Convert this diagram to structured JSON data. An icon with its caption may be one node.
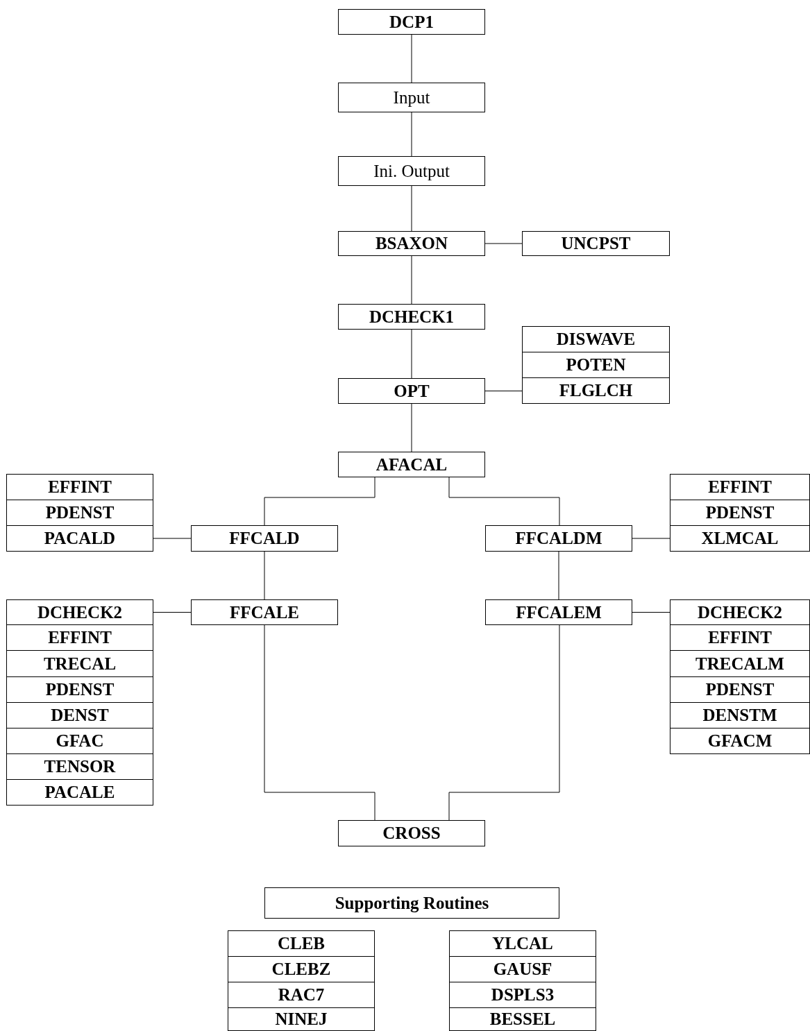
{
  "diagram": {
    "nodes": [
      {
        "text": [
          "DCP1"
        ]
      },
      {
        "text": [
          "Input"
        ]
      },
      {
        "text": [
          "Ini. Output"
        ]
      },
      {
        "text": [
          "BSAXON"
        ]
      },
      {
        "text": [
          "UNCPST"
        ]
      },
      {
        "text": [
          "DCHECK1"
        ]
      },
      {
        "text": [
          "DISWAVE"
        ]
      },
      {
        "text": [
          "POTEN"
        ]
      },
      {
        "text": [
          "FLGLCH"
        ]
      },
      {
        "text": [
          "OPT"
        ]
      },
      {
        "text": [
          "AFACAL"
        ]
      },
      {
        "text": [
          "EFFINT"
        ]
      },
      {
        "text": [
          "PDENST"
        ]
      },
      {
        "text": [
          "EFFINT"
        ]
      },
      {
        "text": [
          "PDENST"
        ]
      },
      {
        "text": [
          "PACALD"
        ]
      },
      {
        "text": [
          "FFCALD"
        ]
      },
      {
        "text": [
          "FFCALDM"
        ]
      },
      {
        "text": [
          "XLMCAL"
        ]
      },
      {
        "text": [
          "DCHECK2"
        ]
      },
      {
        "text": [
          "FFCALE"
        ]
      },
      {
        "text": [
          "FFCALEM"
        ]
      },
      {
        "text": [
          "DCHECK2"
        ]
      },
      {
        "text": [
          "EFFINT"
        ]
      },
      {
        "text": [
          "EFFINT"
        ]
      },
      {
        "text": [
          "TRECAL"
        ]
      },
      {
        "text": [
          "TRECALM"
        ]
      },
      {
        "text": [
          "PDENST"
        ]
      },
      {
        "text": [
          "PDENST"
        ]
      },
      {
        "text": [
          "DENST"
        ]
      },
      {
        "text": [
          "DENSTM"
        ]
      },
      {
        "text": [
          "GFAC"
        ]
      },
      {
        "text": [
          "GFACM"
        ]
      },
      {
        "text": [
          "TENSOR"
        ]
      },
      {
        "text": [
          "PACALE"
        ]
      },
      {
        "text": [
          "CROSS"
        ]
      },
      {
        "text": [
          "Supporting Routines"
        ]
      },
      {
        "text": [
          "CLEB"
        ]
      },
      {
        "text": [
          "YLCAL"
        ]
      },
      {
        "text": [
          "CLEBZ"
        ]
      },
      {
        "text": [
          "GAUSF"
        ]
      },
      {
        "text": [
          "RAC7"
        ]
      },
      {
        "text": [
          "DSPLS3"
        ]
      },
      {
        "text": [
          "NINEJ"
        ]
      },
      {
        "text": [
          "BESSEL"
        ]
      }
    ],
    "edges": [
      {
        "from": 0,
        "to": 1,
        "arrow": "none"
      },
      {
        "from": 1,
        "to": 2,
        "arrow": "none"
      },
      {
        "from": 2,
        "to": 3,
        "arrow": "none"
      },
      {
        "from": 3,
        "to": 4,
        "arrow": "none"
      },
      {
        "from": 3,
        "to": 5,
        "arrow": "none"
      },
      {
        "from": 5,
        "to": 9,
        "arrow": "none"
      },
      {
        "from": 9,
        "to": 8,
        "arrow": "none"
      },
      {
        "from": 9,
        "to": 10,
        "arrow": "none"
      },
      {
        "from": 10,
        "to": 16,
        "arrow": "none"
      },
      {
        "from": 10,
        "to": 17,
        "arrow": "none"
      },
      {
        "from": 16,
        "to": 15,
        "arrow": "none"
      },
      {
        "from": 17,
        "to": 18,
        "arrow": "none"
      },
      {
        "from": 16,
        "to": 20,
        "arrow": "none"
      },
      {
        "from": 17,
        "to": 21,
        "arrow": "none"
      },
      {
        "from": 20,
        "to": 19,
        "arrow": "none"
      },
      {
        "from": 21,
        "to": 22,
        "arrow": "none"
      },
      {
        "from": 20,
        "to": 35,
        "arrow": "none"
      },
      {
        "from": 21,
        "to": 35,
        "arrow": "none"
      }
    ]
  }
}
